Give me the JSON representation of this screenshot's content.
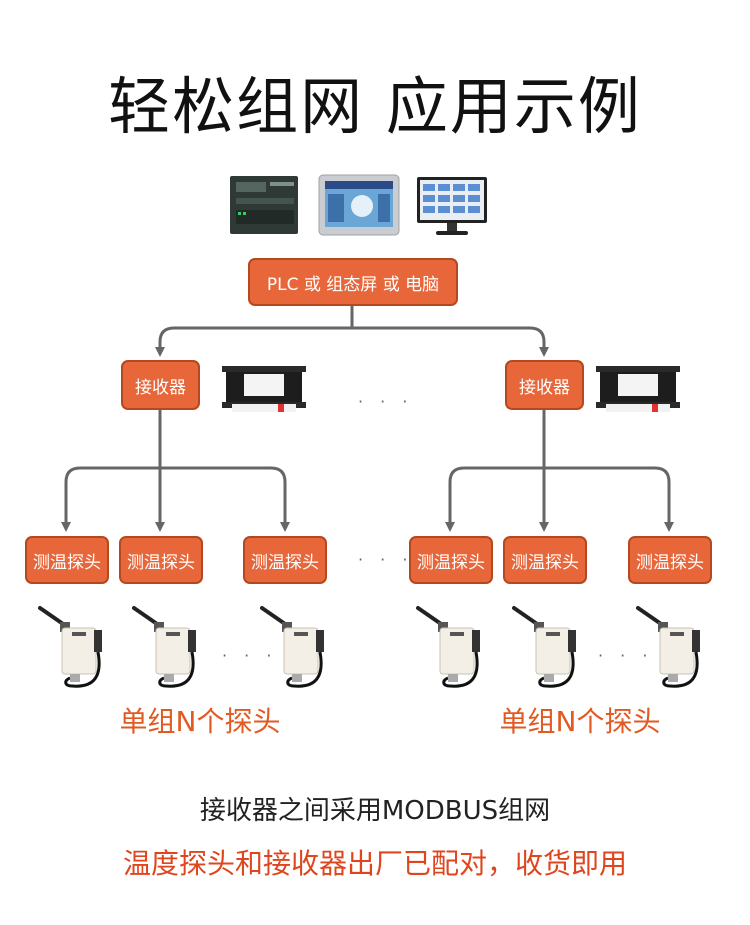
{
  "title": "轻松组网 应用示例",
  "top_node": {
    "label": "PLC 或 组态屏 或 电脑"
  },
  "receivers": [
    {
      "label": "接收器"
    },
    {
      "label": "接收器"
    }
  ],
  "probes": [
    {
      "label": "测温探头"
    },
    {
      "label": "测温探头"
    },
    {
      "label": "测温探头"
    },
    {
      "label": "测温探头"
    },
    {
      "label": "测温探头"
    },
    {
      "label": "测温探头"
    }
  ],
  "ellipsis": "· · ·",
  "group_labels": [
    "单组N个探头",
    "单组N个探头"
  ],
  "notes": {
    "line1": "接收器之间采用MODBUS组网",
    "line2": "温度探头和接收器出厂已配对，收货即用"
  },
  "colors": {
    "accent": "#e8673a",
    "accent_border": "#b4491f",
    "arrow": "#666666",
    "red_text": "#e05a22"
  }
}
